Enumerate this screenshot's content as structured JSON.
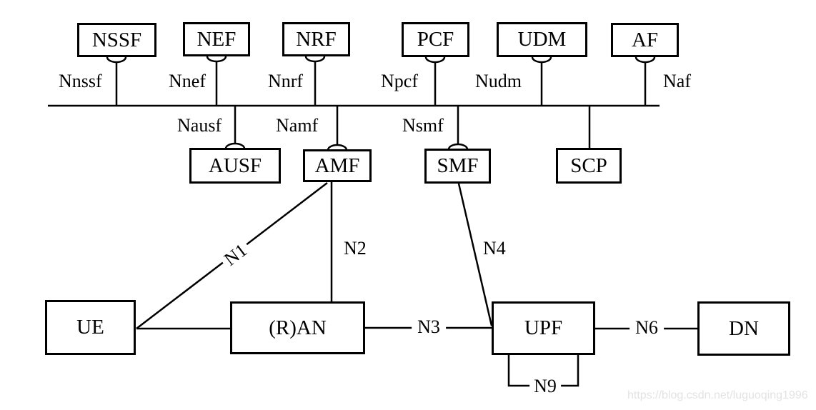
{
  "nodes": {
    "nssf": {
      "label": "NSSF"
    },
    "nef": {
      "label": "NEF"
    },
    "nrf": {
      "label": "NRF"
    },
    "pcf": {
      "label": "PCF"
    },
    "udm": {
      "label": "UDM"
    },
    "af": {
      "label": "AF"
    },
    "ausf": {
      "label": "AUSF"
    },
    "amf": {
      "label": "AMF"
    },
    "smf": {
      "label": "SMF"
    },
    "scp": {
      "label": "SCP"
    },
    "ue": {
      "label": "UE"
    },
    "ran": {
      "label": "(R)AN"
    },
    "upf": {
      "label": "UPF"
    },
    "dn": {
      "label": "DN"
    }
  },
  "service_interfaces": {
    "nnssf": "Nnssf",
    "nnef": "Nnef",
    "nnrf": "Nnrf",
    "npcf": "Npcf",
    "nudm": "Nudm",
    "naf": "Naf",
    "nausf": "Nausf",
    "namf": "Namf",
    "nsmf": "Nsmf"
  },
  "reference_points": {
    "n1": "N1",
    "n2": "N2",
    "n3": "N3",
    "n4": "N4",
    "n6": "N6",
    "n9": "N9"
  },
  "watermark": {
    "text": "https://blog.csdn.net/luguoqing1996",
    "color": "#e3e3e3"
  },
  "colors": {
    "line": "#000000",
    "background": "#ffffff"
  }
}
